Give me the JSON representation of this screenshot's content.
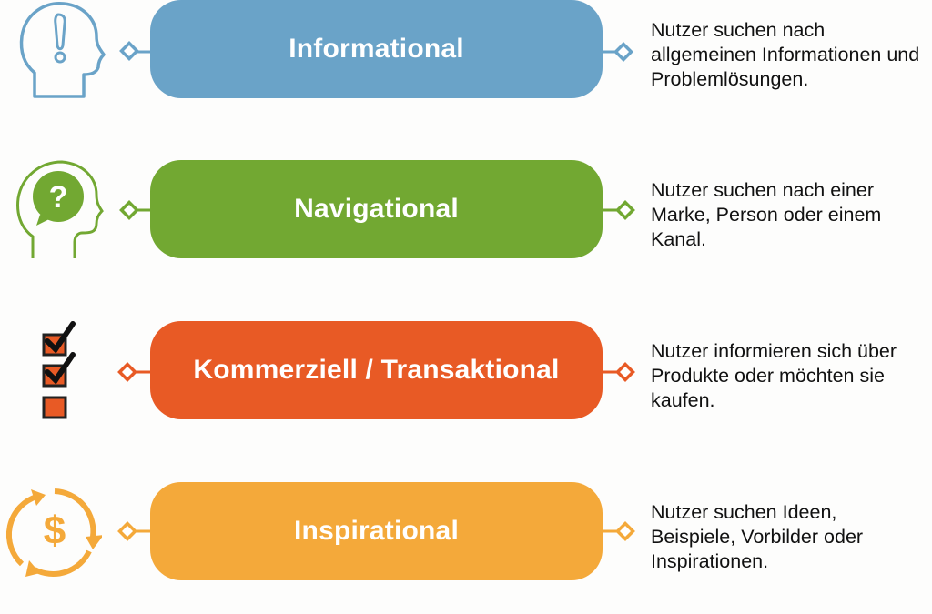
{
  "colors": {
    "informational": "#6aa3c8",
    "navigational": "#72a832",
    "kommerziell": "#e85a25",
    "inspirational": "#f4a93a"
  },
  "rows": [
    {
      "label": "Informational",
      "icon": "head-exclamation-icon",
      "description": "Nutzer suchen nach allgemeinen Informationen und Problemlösungen."
    },
    {
      "label": "Navigational",
      "icon": "head-question-icon",
      "description": "Nutzer suchen nach einer Marke, Person oder einem Kanal."
    },
    {
      "label": "Kommerziell / Transaktional",
      "icon": "checklist-icon",
      "description": "Nutzer informieren sich über Produkte oder möchten sie kaufen."
    },
    {
      "label": "Inspirational",
      "icon": "dollar-cycle-icon",
      "description": "Nutzer suchen Ideen, Beispiele, Vorbilder oder Inspirationen."
    }
  ]
}
